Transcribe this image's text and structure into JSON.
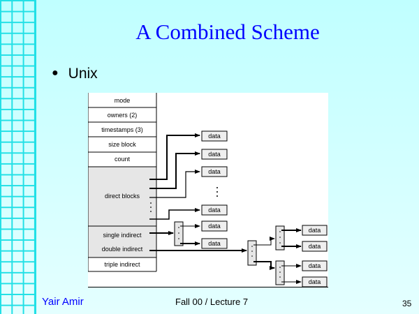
{
  "slide": {
    "title": "A Combined Scheme",
    "bullets": [
      {
        "text": "Unix"
      }
    ],
    "footer": {
      "author": "Yair Amir",
      "course": "Fall 00 / Lecture 7",
      "page_number": "35"
    }
  },
  "diagram": {
    "inode_fields": [
      "mode",
      "owners (2)",
      "timestamps (3)",
      "size block",
      "count",
      "direct blocks",
      "single indirect",
      "double indirect",
      "triple indirect"
    ],
    "data_label": "data",
    "colors": {
      "title": "#0000ff",
      "author": "#0000ff",
      "grid": "#22e0e6",
      "shaded_field": "#e6e6e6",
      "data_box": "#efefef"
    }
  }
}
